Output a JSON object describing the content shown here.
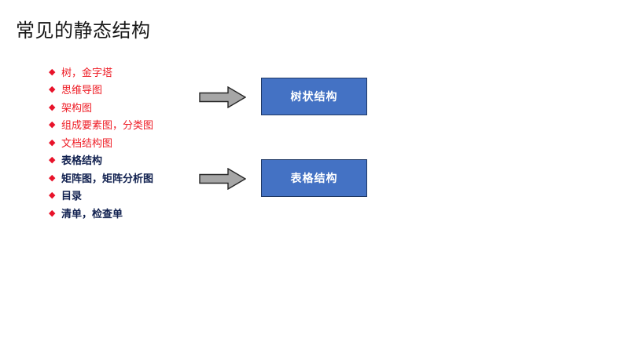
{
  "slide": {
    "title": "常见的静态结构",
    "background_color": "#ffffff"
  },
  "bullets": {
    "marker_glyph": "◆",
    "marker_color": "#ee1c25",
    "items": [
      {
        "label": "树，金字塔",
        "style": "red"
      },
      {
        "label": "思维导图",
        "style": "red"
      },
      {
        "label": "架构图",
        "style": "red"
      },
      {
        "label": "组成要素图，分类图",
        "style": "red"
      },
      {
        "label": "文档结构图",
        "style": "red"
      },
      {
        "label": "表格结构",
        "style": "navy"
      },
      {
        "label": "矩阵图，矩阵分析图",
        "style": "navy"
      },
      {
        "label": "目录",
        "style": "navy"
      },
      {
        "label": "清单，检查单",
        "style": "navy"
      }
    ]
  },
  "arrows": [
    {
      "name": "arrow-to-tree-structure",
      "direction": "right",
      "fill": "#a6a6a6",
      "stroke": "#262626"
    },
    {
      "name": "arrow-to-table-structure",
      "direction": "right",
      "fill": "#a6a6a6",
      "stroke": "#262626"
    }
  ],
  "boxes": [
    {
      "label": "树状结构",
      "fill": "#4472c4",
      "border": "#1f3864",
      "text_color": "#ffffff"
    },
    {
      "label": "表格结构",
      "fill": "#4472c4",
      "border": "#1f3864",
      "text_color": "#ffffff"
    }
  ]
}
